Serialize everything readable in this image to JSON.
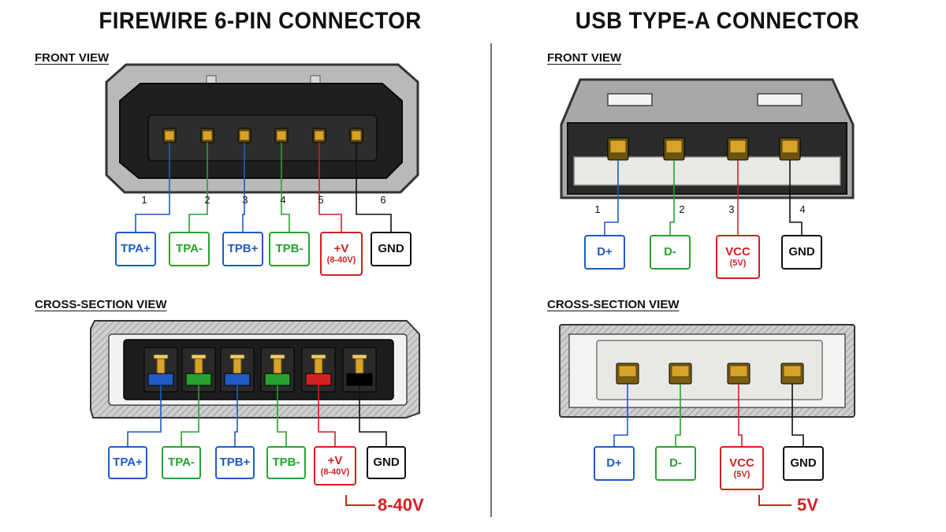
{
  "titles": {
    "firewire": "FIREWIRE 6-PIN CONNECTOR",
    "usb": "USB TYPE-A CONNECTOR"
  },
  "subtitles": {
    "fw_front": "FRONT VIEW",
    "fw_cross": "CROSS-SECTION VIEW",
    "usb_front": "FRONT VIEW",
    "usb_cross": "CROSS-SECTION VIEW"
  },
  "colors": {
    "blue": "#1f5bc4",
    "green": "#27a22f",
    "red": "#d42020",
    "black": "#111111",
    "gold": "#d9a228",
    "shell": "#9a9a9a",
    "insulator": "#e8e8e4"
  },
  "firewire": {
    "pins": [
      {
        "number": "1",
        "signal": "TPA+",
        "detail": "",
        "color": "blue"
      },
      {
        "number": "2",
        "signal": "TPA-",
        "detail": "",
        "color": "green"
      },
      {
        "number": "3",
        "signal": "TPB+",
        "detail": "",
        "color": "blue"
      },
      {
        "number": "4",
        "signal": "TPB-",
        "detail": "",
        "color": "green"
      },
      {
        "number": "5",
        "signal": "+V",
        "detail": "(8-40V)",
        "color": "red"
      },
      {
        "number": "6",
        "signal": "GND",
        "detail": "",
        "color": "black"
      }
    ],
    "voltage_callout": "8-40V"
  },
  "usb": {
    "pins": [
      {
        "number": "1",
        "signal": "D+",
        "detail": "",
        "color": "blue"
      },
      {
        "number": "2",
        "signal": "D-",
        "detail": "",
        "color": "green"
      },
      {
        "number": "3",
        "signal": "VCC",
        "detail": "(5V)",
        "color": "red"
      },
      {
        "number": "4",
        "signal": "GND",
        "detail": "",
        "color": "black"
      }
    ],
    "voltage_callout": "5V"
  }
}
